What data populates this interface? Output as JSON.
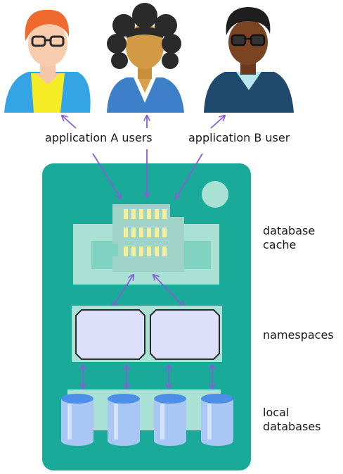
{
  "labels": {
    "app_a_users": "application A users",
    "app_b_user": "application B user",
    "database_cache": [
      "database",
      "cache"
    ],
    "namespaces": "namespaces",
    "local_databases": [
      "local",
      "databases"
    ]
  },
  "colors": {
    "board": "#1aaa9a",
    "board_light": "#a9e2d4",
    "board_mid": "#7fd3c0",
    "chip": "#9fd3c7",
    "chip_pin": "#f6f09a",
    "namespace_fill": "#dde0fb",
    "db_fill": "#a8c7f5",
    "db_top": "#4d8ee8",
    "arrow": "#8b5cd6",
    "person_a_hair": "#f06a2d",
    "person_a_shirt": "#f6ec25",
    "person_a_jacket": "#34a4e4",
    "person_b_hair": "#2a2a2a",
    "person_b_jacket": "#3d7fc8",
    "person_c_jacket": "#1f4a6e",
    "person_c_shirt": "#b9e5ee"
  },
  "icons": [
    "person-avatar-icon",
    "chip-icon",
    "database-cylinder-icon"
  ]
}
